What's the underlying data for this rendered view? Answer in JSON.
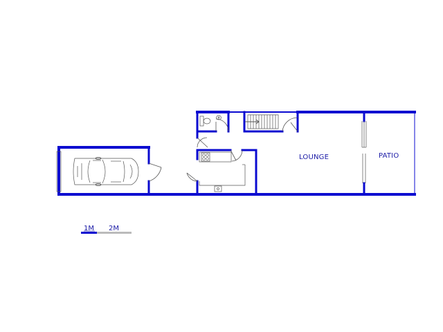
{
  "rooms": {
    "lounge": "LOUNGE",
    "patio": "PATIO"
  },
  "scale_bar": {
    "label_1": "1M",
    "label_2": "2M"
  },
  "colors": {
    "wall": "#0a0ad0",
    "fixture": "#555555",
    "scale_primary": "#0a0ad0",
    "scale_secondary": "#bbbbbb",
    "text": "#1a1aa6"
  }
}
